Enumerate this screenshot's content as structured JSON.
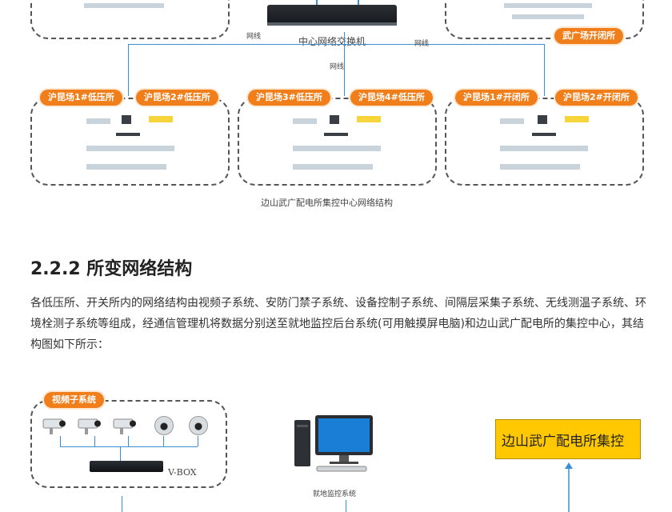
{
  "top_diagram": {
    "switch_label": "中心网络交换机",
    "wire_labels": [
      "网线",
      "网线",
      "网线"
    ],
    "right_top_pill": "武广场开闭所",
    "groups": [
      {
        "pills": [
          "沪昆场1#低压所",
          "沪昆场2#低压所"
        ]
      },
      {
        "pills": [
          "沪昆场3#低压所",
          "沪昆场4#低压所"
        ]
      },
      {
        "pills": [
          "沪昆场1#开闭所",
          "沪昆场2#开闭所"
        ]
      }
    ],
    "caption": "边山武广配电所集控中心网络结构"
  },
  "section": {
    "title": "2.2.2 所变网络结构",
    "paragraph": "各低压所、开关所内的网络结构由视频子系统、安防门禁子系统、设备控制子系统、间隔层采集子系统、无线测温子系统、环境栓测子系统等组成，经通信管理机将数据分别送至就地监控后台系统(可用触摸屏电脑)和边山武广配电所的集控中心，其结构图如下所示："
  },
  "bottom_diagram": {
    "video_pill": "视频子系统",
    "vbox_label": "V-BOX",
    "local_monitor_label": "就地监控系统",
    "center_box_label": "边山武广配电所集控"
  },
  "colors": {
    "accent_orange": "#f07e1b",
    "line_blue": "#3c8fd4",
    "box_yellow": "#ffc800"
  }
}
